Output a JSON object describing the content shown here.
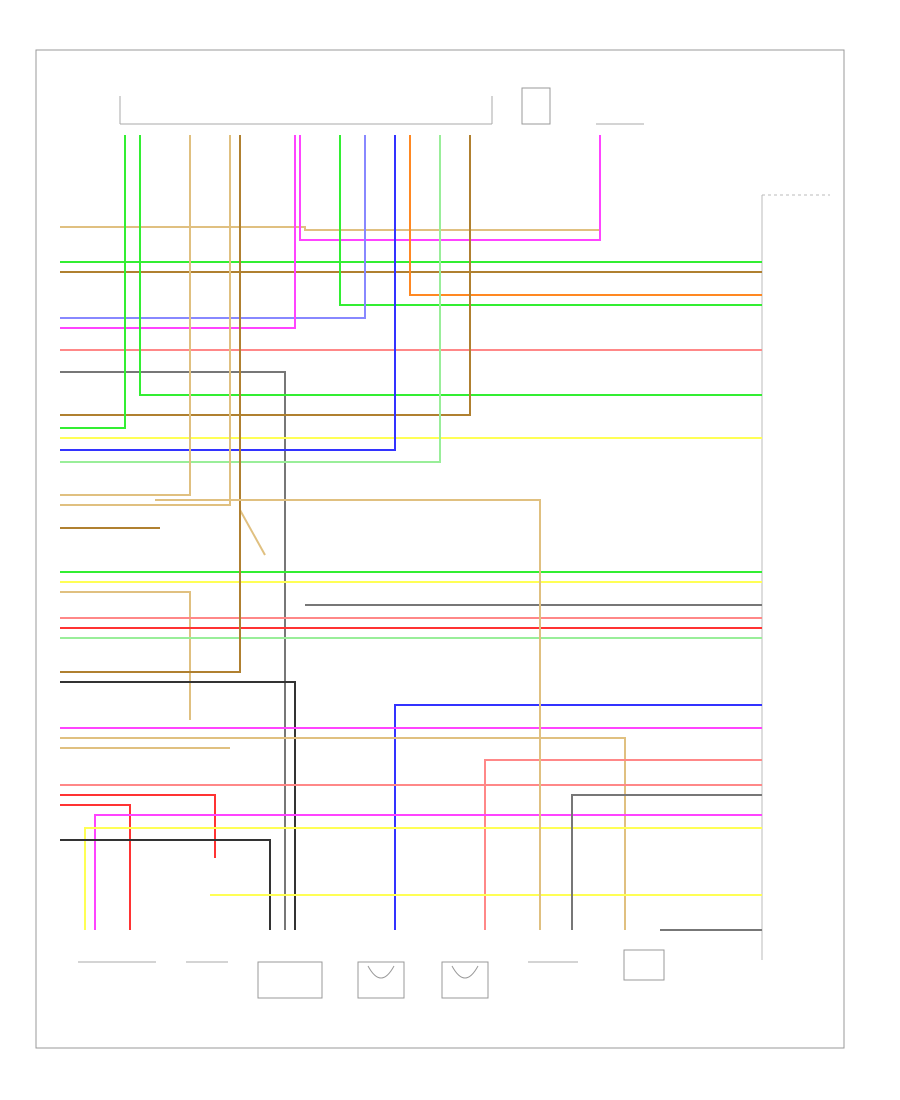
{
  "colors": {
    "green": "#33ee33",
    "light_green": "#99ee99",
    "pink": "#ff44ff",
    "red": "#ff3333",
    "light_red": "#ff8888",
    "tan": "#e0c080",
    "brown": "#b08030",
    "orange": "#ff8822",
    "yellow": "#ffff55",
    "blue": "#3333ff",
    "light_blue": "#8888ff",
    "gray": "#777777",
    "dark": "#333333",
    "frame": "#999999"
  },
  "labels": {
    "footer": "",
    "top_connector": "",
    "right_module": ""
  },
  "components": [
    {
      "id": "top-connector",
      "label": ""
    },
    {
      "id": "top-switch",
      "label": ""
    },
    {
      "id": "top-right-sensor",
      "label": ""
    },
    {
      "id": "ecu-connector",
      "label": ""
    },
    {
      "id": "sensor-1",
      "label": ""
    },
    {
      "id": "sensor-2",
      "label": ""
    },
    {
      "id": "sensor-3",
      "label": ""
    },
    {
      "id": "sensor-4",
      "label": ""
    },
    {
      "id": "sensor-5",
      "label": ""
    },
    {
      "id": "sensor-6",
      "label": ""
    },
    {
      "id": "relay",
      "label": ""
    }
  ]
}
